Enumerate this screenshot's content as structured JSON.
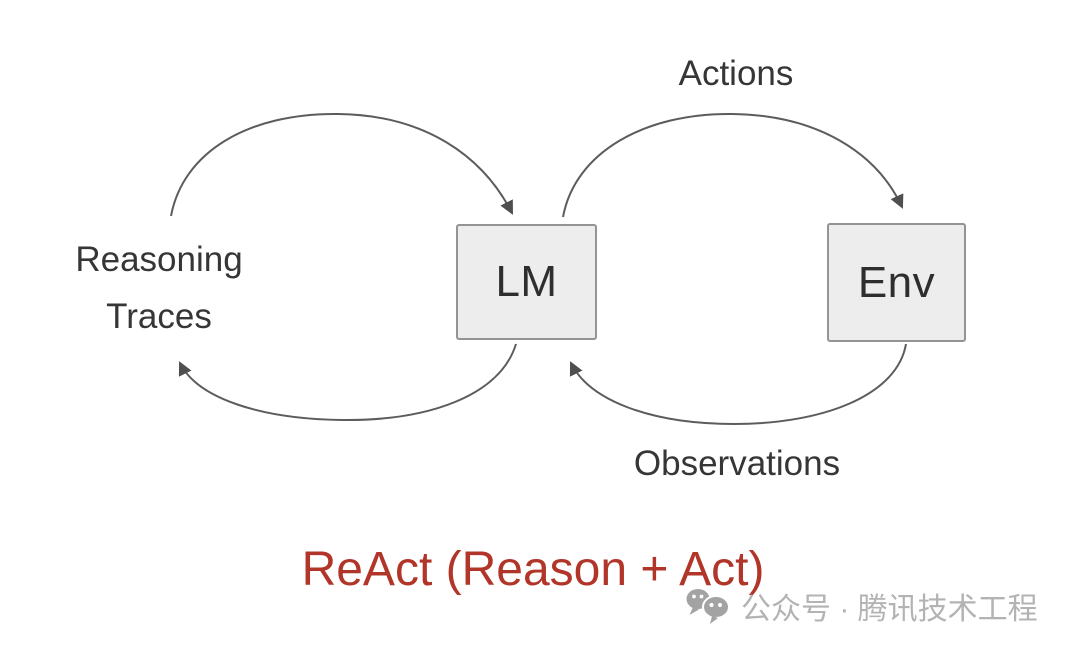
{
  "diagram": {
    "title": "ReAct (Reason + Act)",
    "nodes": {
      "lm": {
        "label": "LM"
      },
      "env": {
        "label": "Env"
      }
    },
    "labels": {
      "reasoning_line1": "Reasoning",
      "reasoning_line2": "Traces",
      "actions": "Actions",
      "observations": "Observations"
    },
    "edges": [
      {
        "from": "Reasoning Traces",
        "to": "LM",
        "meaning": "reasoning traces feed the language model"
      },
      {
        "from": "LM",
        "to": "Env",
        "meaning": "Actions"
      },
      {
        "from": "Env",
        "to": "LM",
        "meaning": "Observations"
      },
      {
        "from": "LM",
        "to": "Reasoning Traces",
        "meaning": "language model produces reasoning traces"
      }
    ]
  },
  "watermark": {
    "icon": "wechat-icon",
    "text": "公众号 · 腾讯技术工程"
  },
  "colors": {
    "title_red": "#b13529",
    "label_dark": "#363636",
    "arrow_gray": "#5c5c5c",
    "arrowhead_gray": "#4f4f4f",
    "box_fill": "#ededed",
    "box_border": "#949494",
    "watermark_gray": "#b3b3b3",
    "background": "#ffffff"
  }
}
